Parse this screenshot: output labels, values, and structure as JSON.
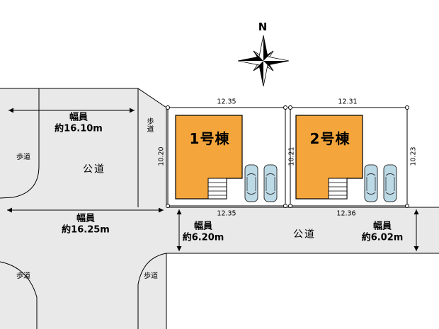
{
  "compass": {
    "north_label": "N"
  },
  "roads": {
    "left_road": {
      "name": "公道",
      "width_top": {
        "prefix": "幅員",
        "value": "約16.10m"
      },
      "width_bottom": {
        "prefix": "幅員",
        "value": "約16.25m"
      }
    },
    "bottom_road": {
      "name": "公道",
      "width_left": {
        "prefix": "幅員",
        "value": "約6.20m"
      },
      "width_right": {
        "prefix": "幅員",
        "value": "約6.02m"
      }
    },
    "sidewalks": {
      "top_left": "歩道",
      "top_right": "歩道",
      "bottom_left": "歩道",
      "bottom_right": "歩道"
    }
  },
  "lots": {
    "lot1": {
      "building_label": "1号棟",
      "dim_top": "12.35",
      "dim_bottom": "12.35",
      "dim_left": "10.20",
      "dim_right": "10.21"
    },
    "lot2": {
      "building_label": "2号棟",
      "dim_top": "12.31",
      "dim_bottom": "12.36",
      "dim_right": "10.23"
    }
  },
  "colors": {
    "road_fill": "#e9e9e9",
    "building_fill": "#f4a63c",
    "car_fill": "#bcd9e6",
    "outline": "#000000"
  }
}
